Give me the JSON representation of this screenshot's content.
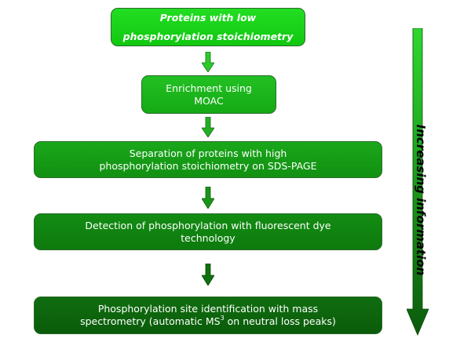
{
  "steps": [
    {
      "lines": [
        "Proteins with low",
        "phosphorylation stoichiometry"
      ]
    },
    {
      "lines": [
        "Enrichment using",
        "MOAC"
      ]
    },
    {
      "lines": [
        "Separation of proteins with high",
        "phosphorylation stoichiometry on SDS-PAGE"
      ]
    },
    {
      "lines": [
        "Detection of phosphorylation with fluorescent dye",
        "technology"
      ]
    },
    {
      "line1": "Phosphorylation site identification with mass",
      "line2_pre": "spectrometry (automatic MS",
      "line2_sup": "3",
      "line2_post": " on neutral loss peaks)"
    }
  ],
  "side_label": "Increasing information",
  "colors": {
    "step1": "#1ad21a",
    "step2": "#1bb51b",
    "step3": "#169c16",
    "step4": "#108310",
    "step5": "#0d650d",
    "arrow_top": "#2ed82e",
    "arrow_bottom": "#0b5a0b"
  }
}
